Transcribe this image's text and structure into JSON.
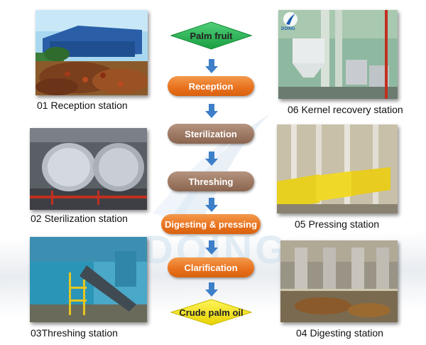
{
  "flow": {
    "start": "Palm fruit",
    "steps": [
      "Reception",
      "Sterilization",
      "Threshing",
      "Digesting & pressing",
      "Clarification"
    ],
    "end": "Crude palm oil"
  },
  "stations": {
    "s01": "01 Reception station",
    "s02": "02 Sterilization station",
    "s03": "03Threshing station",
    "s04": "04 Digesting station",
    "s05": "05 Pressing station",
    "s06": "06 Kernel recovery station"
  },
  "watermark": {
    "text": "DOING"
  },
  "logo": {
    "text": "DOING"
  },
  "colors": {
    "start_fill": "#22b14c",
    "end_fill": "#f5e400",
    "step_orange": "#e8701c",
    "step_brown": "#9b7660",
    "arrow_blue": "#3d7fc8"
  }
}
